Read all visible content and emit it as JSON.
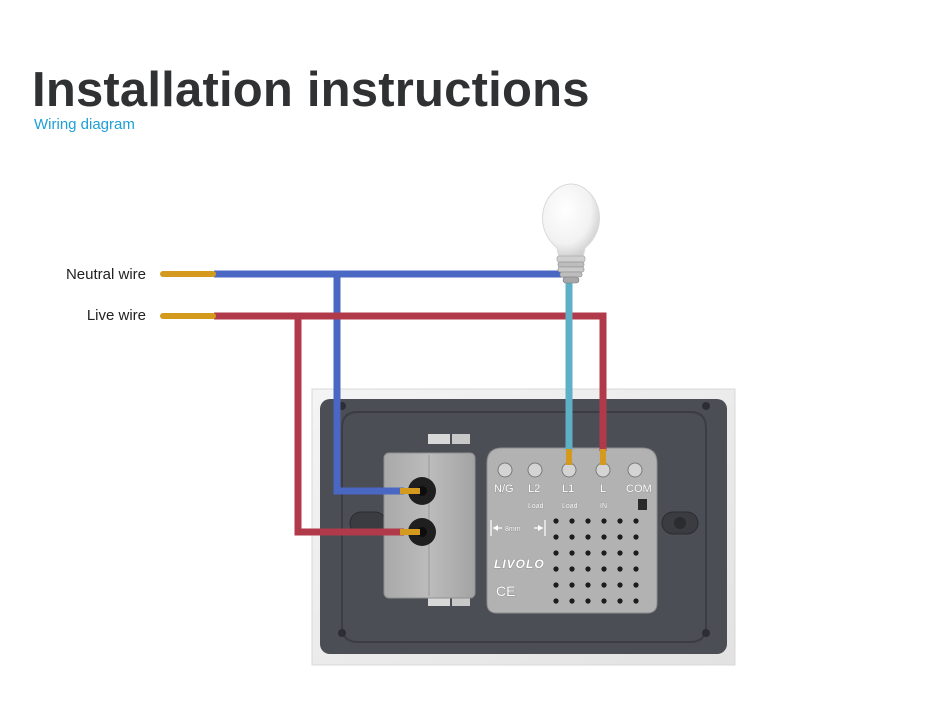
{
  "header": {
    "title": "Installation instructions",
    "subtitle": "Wiring diagram"
  },
  "wires": {
    "neutral_label": "Neutral wire",
    "live_label": "Live wire"
  },
  "module": {
    "terminals": [
      "N/G",
      "L2",
      "L1",
      "L",
      "COM"
    ],
    "terminal_subs": [
      "Load",
      "Load",
      "IN"
    ],
    "strip_length": "8mm",
    "brand": "LIVOLO",
    "mark": "CE"
  },
  "colors": {
    "neutral": "#4a67c4",
    "live": "#b03a4a",
    "load": "#5fb0c6",
    "copper": "#d39a1e",
    "title": "#2f3133",
    "subtitle": "#1e9fd6",
    "panel": "#4b4e55"
  }
}
